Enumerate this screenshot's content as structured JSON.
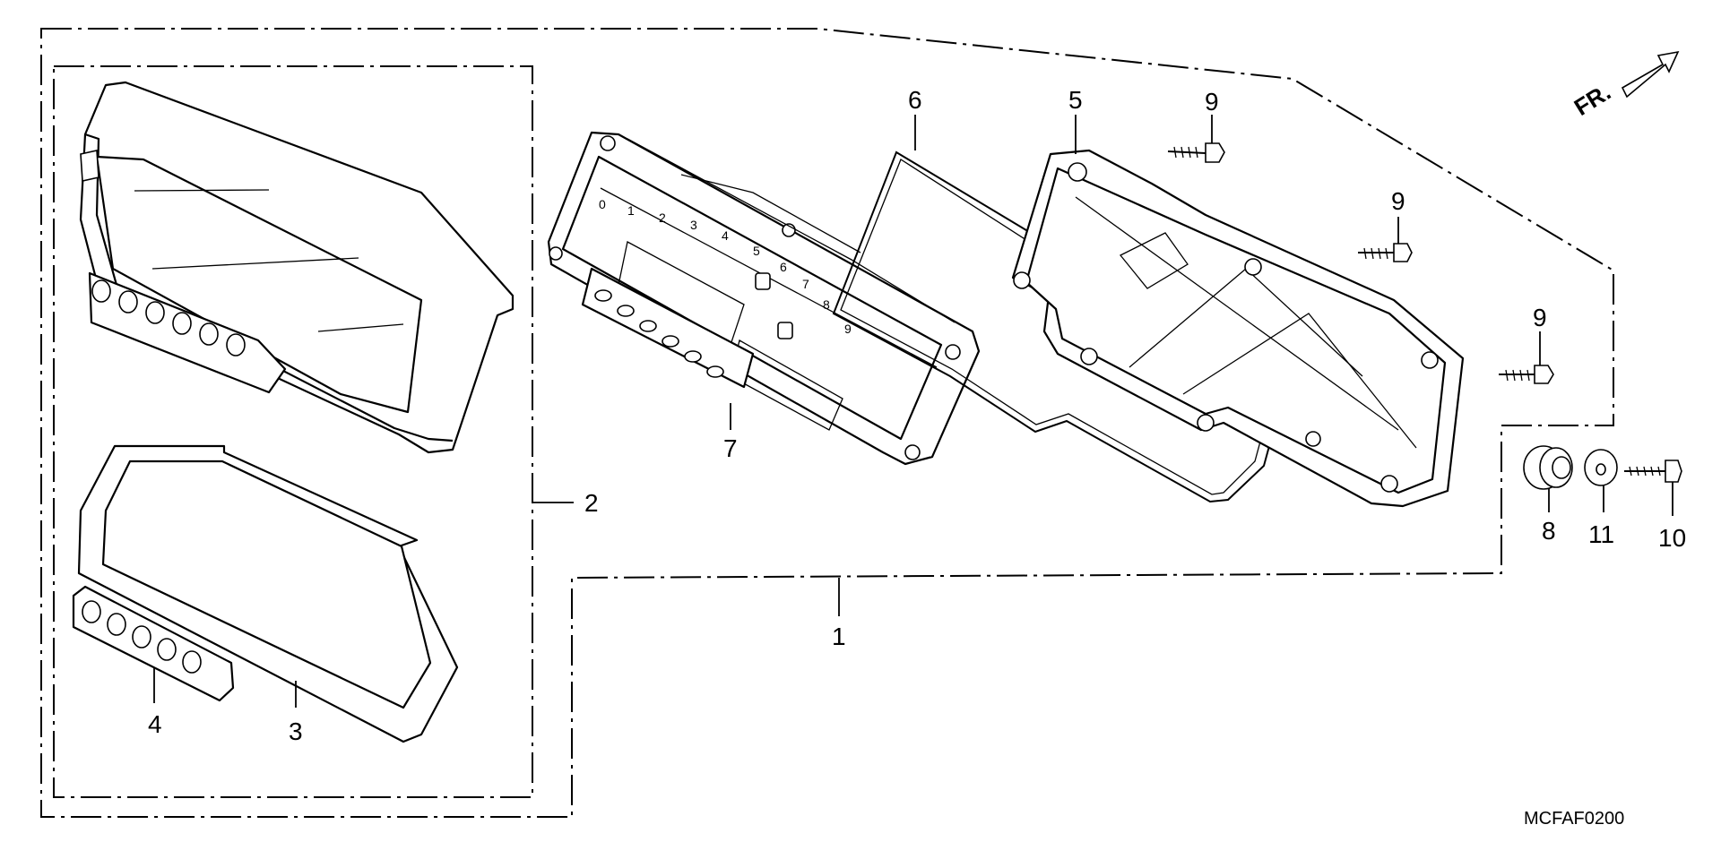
{
  "diagram": {
    "drawing_code": "MCFAF0200",
    "direction_label": "FR.",
    "callouts": {
      "c1": "1",
      "c2": "2",
      "c3": "3",
      "c4": "4",
      "c5": "5",
      "c6": "6",
      "c7": "7",
      "c8": "8",
      "c9a": "9",
      "c9b": "9",
      "c9c": "9",
      "c10": "10",
      "c11": "11"
    }
  }
}
